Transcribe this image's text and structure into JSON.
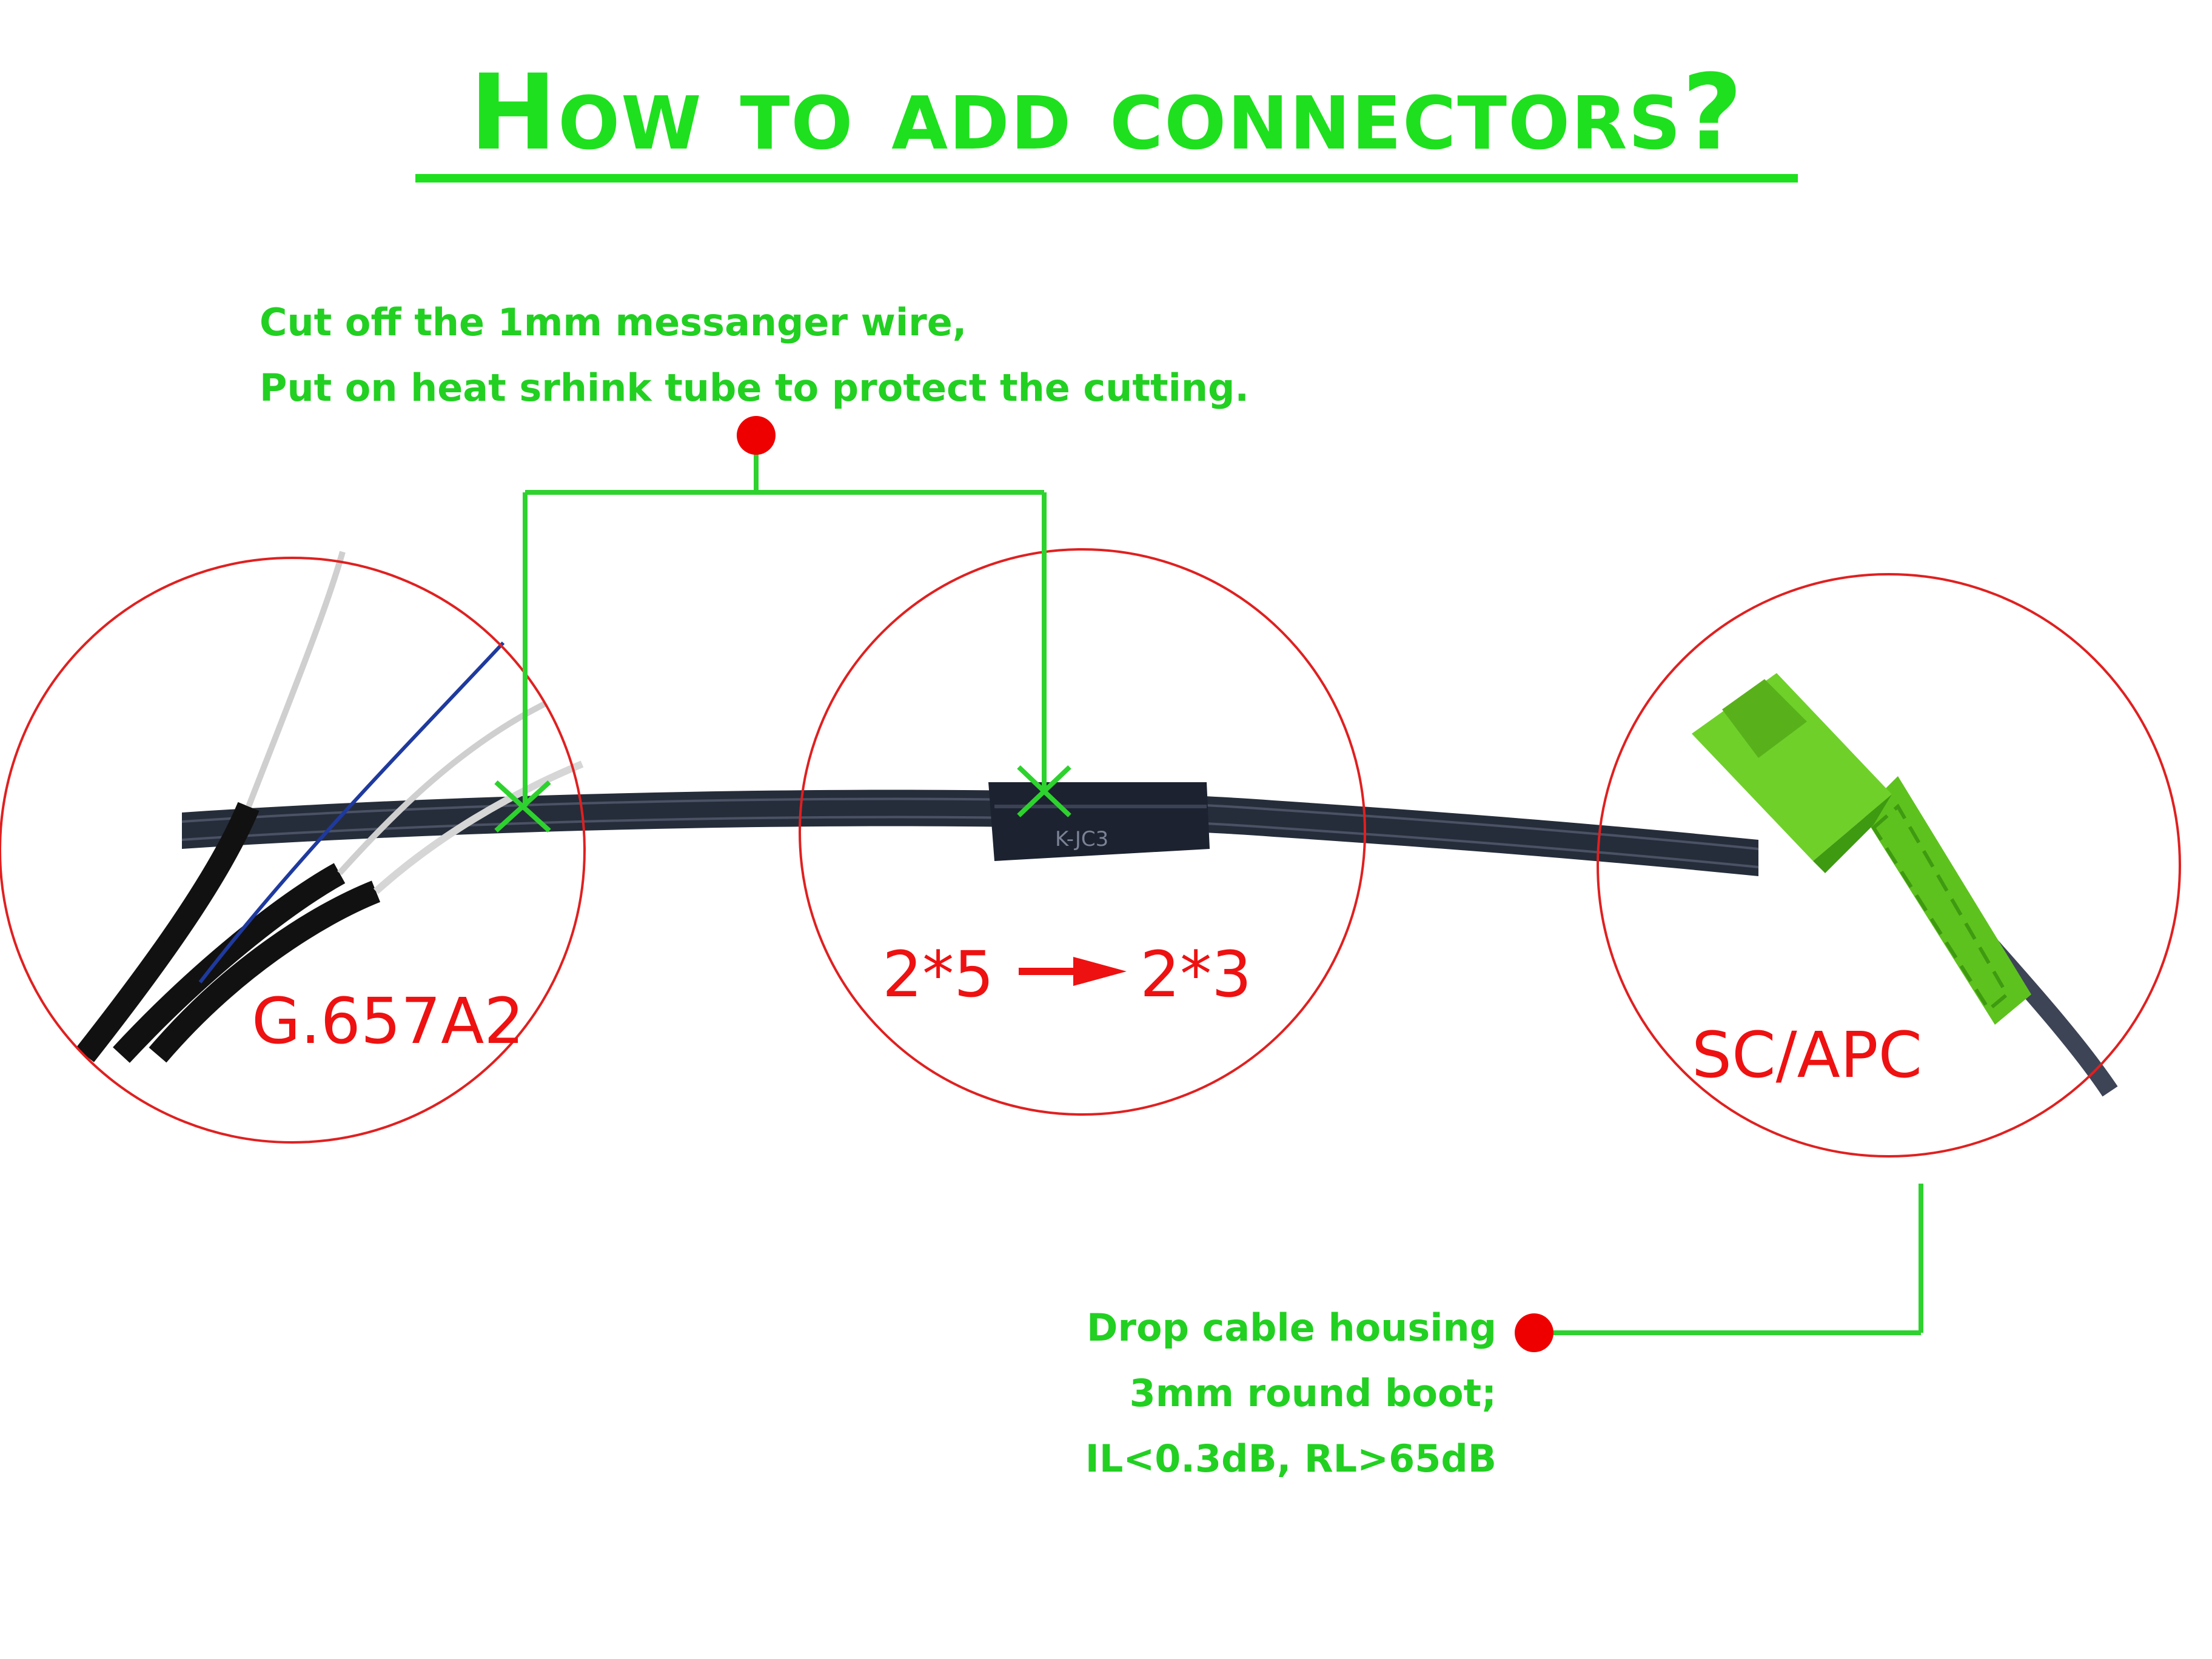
{
  "title": "How to add connectors?",
  "top_note": {
    "line1": "Cut off the 1mm messanger wire,",
    "line2": "Put on heat srhink tube to protect the cutting."
  },
  "bottom_note": {
    "line1": "Drop cable housing",
    "line2": "3mm round boot;",
    "line3": "IL<0.3dB, RL>65dB"
  },
  "circles": {
    "left_label": "G.657A2",
    "middle_label_from": "2*5",
    "middle_label_to": "2*3",
    "right_label": "SC/APC"
  },
  "colors": {
    "title_green": "#1ee01e",
    "note_green": "#22d022",
    "leader_green": "#2ed22e",
    "circle_red": "#e02020",
    "dot_red": "#ee0000",
    "cable_dark": "#262d3a",
    "connector_green": "#5ec21e"
  }
}
